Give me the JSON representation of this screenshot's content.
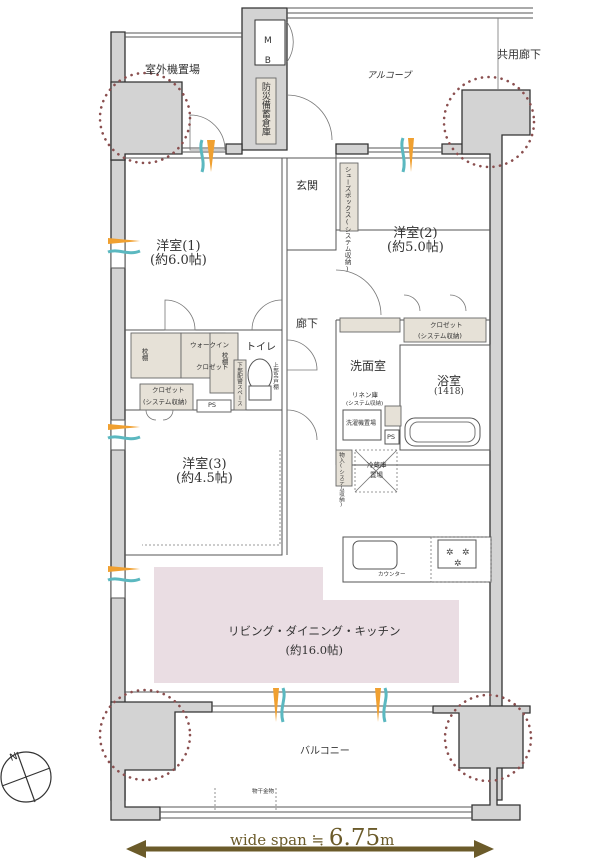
{
  "plan": {
    "rooms": {
      "western_room_1": {
        "name": "洋室(1)",
        "size": "(約6.0帖)"
      },
      "western_room_2": {
        "name": "洋室(2)",
        "size": "(約5.0帖)"
      },
      "western_room_3": {
        "name": "洋室(3)",
        "size": "(約4.5帖)"
      },
      "ldk": {
        "name": "リビング・ダイニング・キッチン",
        "size": "(約16.0帖)"
      },
      "entrance": {
        "name": "玄関"
      },
      "hallway": {
        "name": "廊下"
      },
      "toilet": {
        "name": "トイレ"
      },
      "washroom": {
        "name": "洗面室"
      },
      "bathroom": {
        "name": "浴室",
        "size": "(1418)"
      },
      "alcove": {
        "name": "アルコーブ"
      },
      "balcony": {
        "name": "バルコニー"
      },
      "outdoor_unit_area": {
        "name": "室外機置場"
      },
      "common_corridor": {
        "name": "共用廊下"
      }
    },
    "fixtures": {
      "mb": "M B",
      "disaster_storage": "防災備蓄倉庫",
      "shoe_box": "シューズボックス(システム収納)",
      "walk_in_closet_line1": "ウォークイン",
      "walk_in_closet_line2": "クロゼット",
      "shelf_left": "枕棚",
      "shelf_right": "枕棚",
      "closet1_line1": "クロゼット",
      "closet1_line2": "(システム収納)",
      "closet2_line1": "クロゼット",
      "closet2_line2": "(システム収納)",
      "ps1": "PS",
      "ps2": "PS",
      "pipe_cover": "下部配管スペース",
      "upper_cabinet": "上部吊戸棚",
      "linen_line1": "リネン庫",
      "linen_line2": "(システム収納)",
      "laundry": "洗濯機置場",
      "storage": "物入(システム収納)",
      "fridge_line1": "冷蔵庫",
      "fridge_line2": "置場",
      "counter": "カウンター",
      "laundry_hardware": "物干金物"
    },
    "compass": {
      "north": "N"
    },
    "span": {
      "prefix": "wide span ≒ ",
      "value": "6.75",
      "unit": "m"
    },
    "colors": {
      "wall": "#d3d3d3",
      "ldk_highlight": "#eadde3",
      "storage": "#e6e1d7",
      "pillar_dots": "#8a4f4f",
      "air_orange": "#f0a030",
      "air_teal": "#5bb8c0",
      "span_arrow": "#6b5b2a"
    }
  }
}
